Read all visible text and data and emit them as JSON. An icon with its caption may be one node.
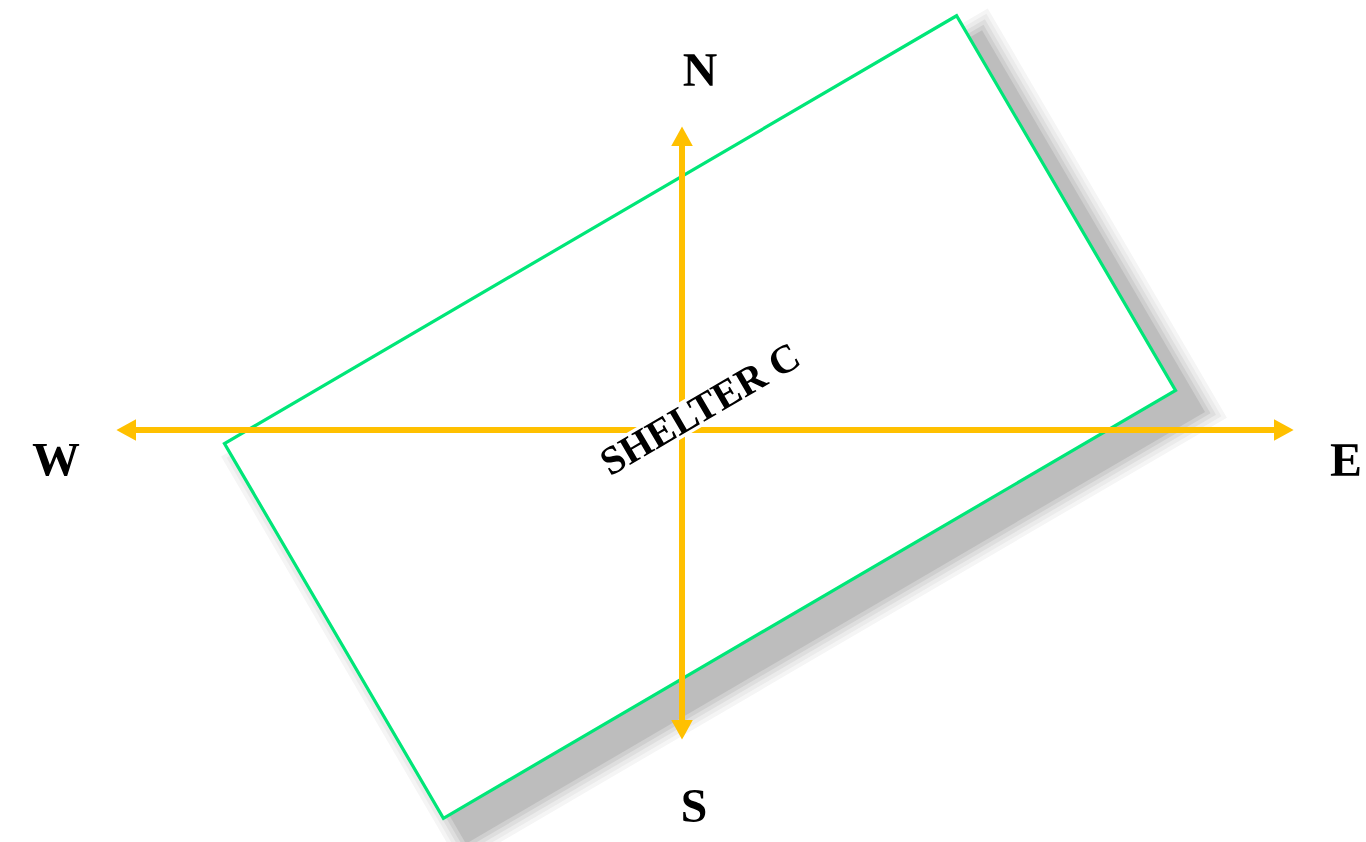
{
  "diagram": {
    "nodes": [
      {
        "text": [
          "SHELTER C"
        ]
      }
    ],
    "labels": [
      "N",
      "W",
      "E",
      "S"
    ]
  }
}
